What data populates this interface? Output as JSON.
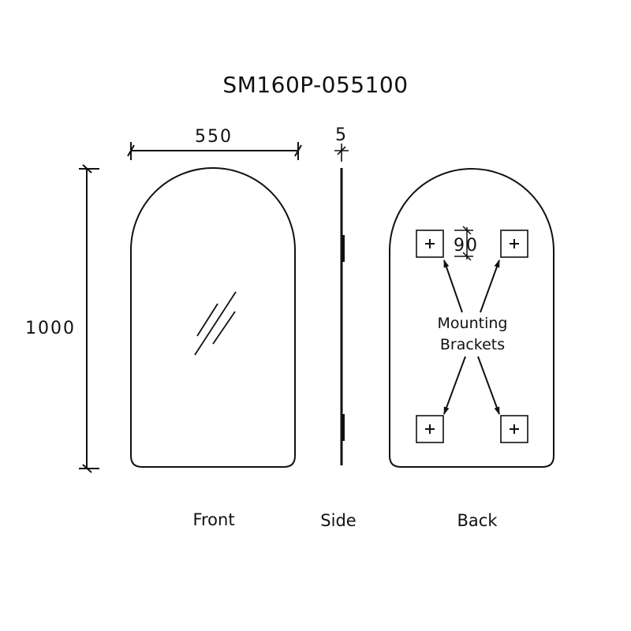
{
  "title": "SM160P-055100",
  "dimensions": {
    "width": "550",
    "height": "1000",
    "depth": "5",
    "bracket_spacing": "90"
  },
  "views": {
    "front": "Front",
    "side": "Side",
    "back": "Back"
  },
  "annotation": {
    "line1": "Mounting",
    "line2": "Brackets"
  },
  "colors": {
    "stroke": "#111111",
    "background": "#ffffff"
  }
}
